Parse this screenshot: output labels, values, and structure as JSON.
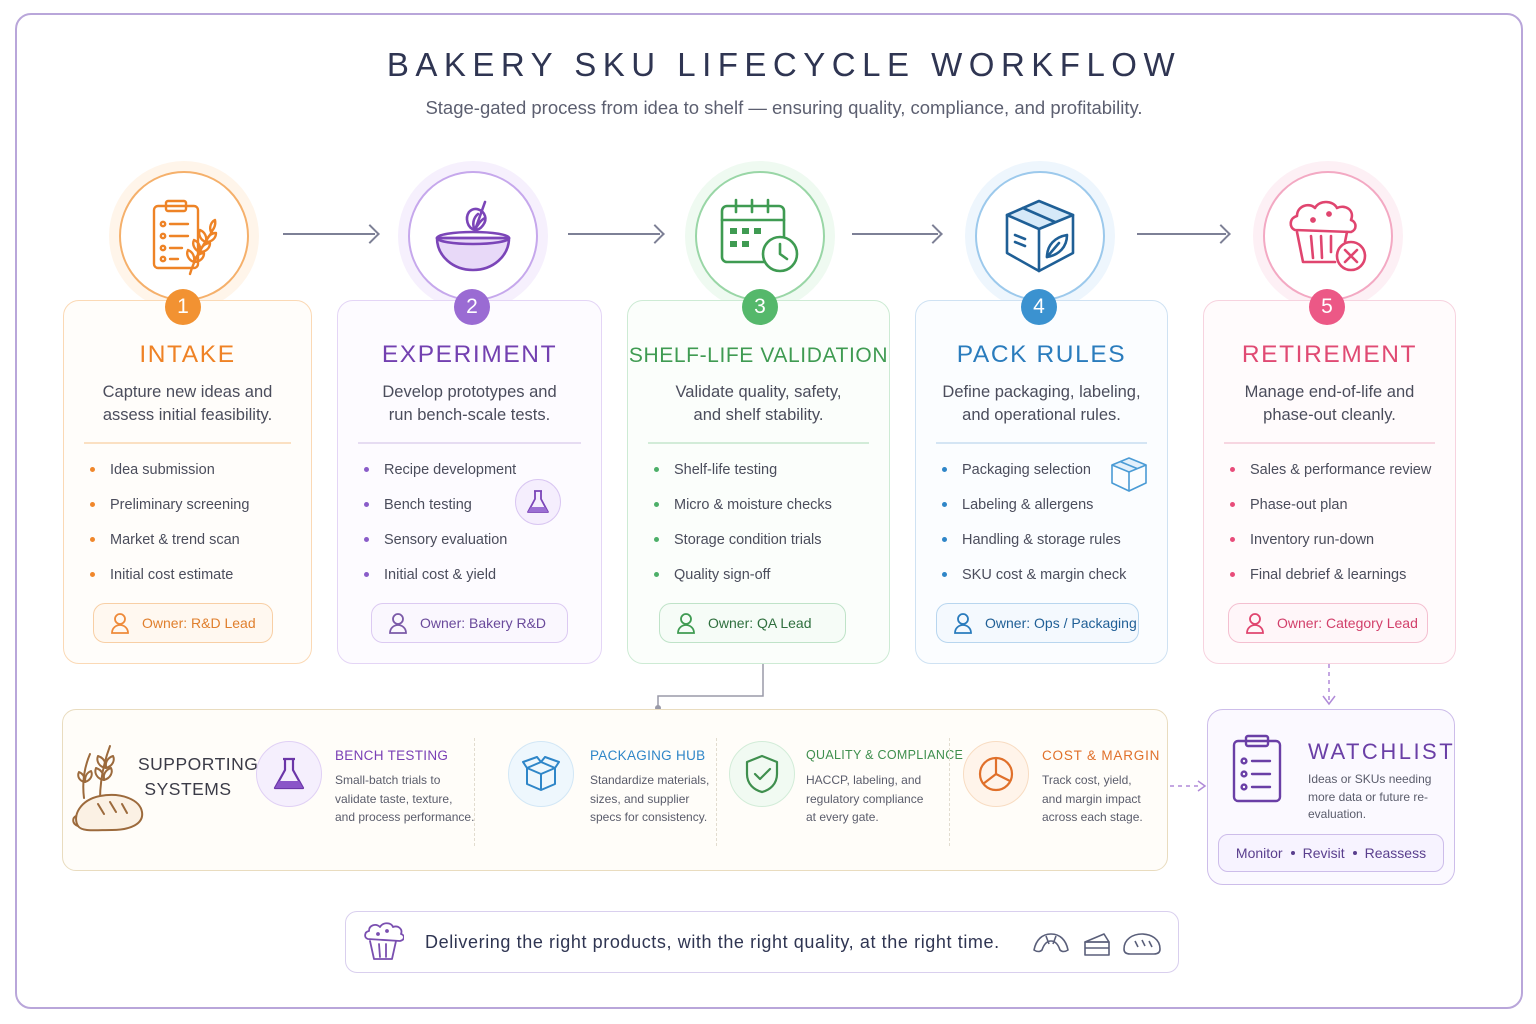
{
  "header": {
    "title": "BAKERY SKU LIFECYCLE WORKFLOW",
    "subtitle": "Stage-gated process from idea to shelf — ensuring quality, compliance, and profitability."
  },
  "stages": [
    {
      "number": "1",
      "title": "INTAKE",
      "icon": "clipboard-wheat-icon",
      "description": "Capture new ideas and assess initial feasibility.",
      "items": [
        "Idea submission",
        "Preliminary screening",
        "Market & trend scan",
        "Initial cost estimate"
      ],
      "owner": "Owner: R&D Lead",
      "color": "#f0872b"
    },
    {
      "number": "2",
      "title": "EXPERIMENT",
      "icon": "mixing-bowl-whisk-icon",
      "description": "Develop prototypes and run bench-scale tests.",
      "items": [
        "Recipe development",
        "Bench testing",
        "Sensory evaluation",
        "Initial cost & yield"
      ],
      "owner": "Owner: Bakery R&D",
      "color": "#8a5cc9"
    },
    {
      "number": "3",
      "title": "SHELF-LIFE VALIDATION",
      "icon": "calendar-clock-icon",
      "description": "Validate quality, safety, and shelf stability.",
      "items": [
        "Shelf-life testing",
        "Micro & moisture checks",
        "Storage condition trials",
        "Quality sign-off"
      ],
      "owner": "Owner: QA Lead",
      "color": "#4caf68"
    },
    {
      "number": "4",
      "title": "PACK RULES",
      "icon": "package-leaf-icon",
      "description": "Define packaging, labeling, and operational rules.",
      "items": [
        "Packaging selection",
        "Labeling & allergens",
        "Handling & storage rules",
        "SKU cost & margin check"
      ],
      "owner": "Owner: Ops / Packaging",
      "color": "#2f86c8"
    },
    {
      "number": "5",
      "title": "RETIREMENT",
      "icon": "muffin-remove-icon",
      "description": "Manage end-of-life and phase-out cleanly.",
      "items": [
        "Sales & performance review",
        "Phase-out plan",
        "Inventory run-down",
        "Final debrief & learnings"
      ],
      "owner": "Owner: Category Lead",
      "color": "#e84c7a"
    }
  ],
  "supporting": {
    "title": "SUPPORTING SYSTEMS",
    "systems": [
      {
        "title": "BENCH TESTING",
        "text": "Small-batch trials to validate taste, texture, and process performance.",
        "icon": "flask-icon",
        "color": "#7a3fb5"
      },
      {
        "title": "PACKAGING HUB",
        "text": "Standardize materials, sizes, and supplier specs for consistency.",
        "icon": "open-box-icon",
        "color": "#2f86c8"
      },
      {
        "title": "QUALITY & COMPLIANCE",
        "text": "HACCP, labeling, and regulatory compliance at every gate.",
        "icon": "shield-check-icon",
        "color": "#3f8f4e"
      },
      {
        "title": "COST & MARGIN",
        "text": "Track cost, yield, and margin impact across each stage.",
        "icon": "pie-chart-icon",
        "color": "#e0702a"
      }
    ]
  },
  "watchlist": {
    "title": "WATCHLIST",
    "text": "Ideas or SKUs needing more data or future re-evaluation.",
    "actions": [
      "Monitor",
      "Revisit",
      "Reassess"
    ]
  },
  "footer": {
    "text": "Delivering the right products, with the right quality, at the right time."
  }
}
